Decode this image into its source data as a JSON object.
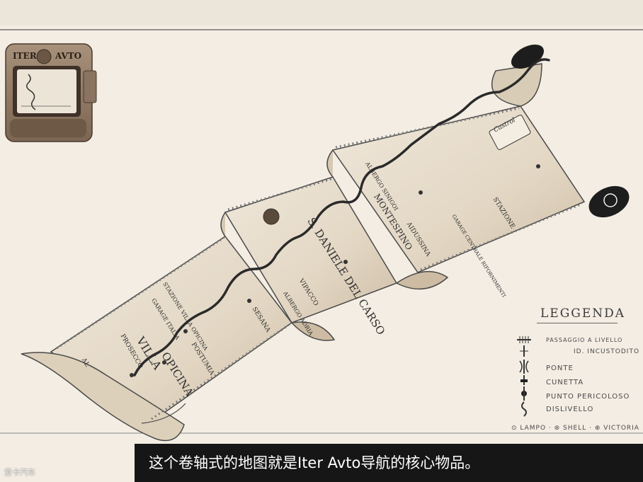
{
  "device": {
    "name": "ITER AVTO",
    "brand_left": "ITER",
    "brand_right": "AVTO"
  },
  "map_labels": {
    "villa": "VILLA",
    "opicina": "OPICINA",
    "prosecco": "PROSECCO",
    "stazione_villa_opicina": "STAZIONE VILLA OPICINA",
    "garage_italia": "GARAGE ITALIA",
    "postumia": "POSTUMIA",
    "sesana": "SESANA",
    "s_daniele": "S. DANIELE DEL CARSO",
    "vipacco": "VIPACCO",
    "albergo_adria": "ALBERGO ADRIA",
    "montespino": "MONTESPINO",
    "aidussina": "AIDUSSINA",
    "albergo_sinigoi": "ALBERGO SINIGOI",
    "stazione": "STAZIONE",
    "garage_centrale": "GARAGE CENTRALE RIFORNIMENTI",
    "roll_start": "AL",
    "castrol": "Castrol"
  },
  "legend": {
    "title": "LEGGENDA",
    "items": [
      {
        "label": "PASSAGGIO A LIVELLO",
        "icon": "rail-crossing-icon"
      },
      {
        "label": "ID.    INCUSTODITO",
        "icon": "unguarded-crossing-icon"
      },
      {
        "label": "PONTE",
        "icon": "bridge-icon"
      },
      {
        "label": "CUNETTA",
        "icon": "dip-icon"
      },
      {
        "label": "PUNTO PERICOLOSO",
        "icon": "danger-point-icon"
      },
      {
        "label": "DISLIVELLO",
        "icon": "slope-icon"
      }
    ],
    "stations": "⊙ LAMPO · ⊛ SHELL · ⊕ VICTORIA"
  },
  "caption": "这个卷轴式的地图就是Iter Avto导航的核心物品。",
  "watermark": "爱卡汽车"
}
